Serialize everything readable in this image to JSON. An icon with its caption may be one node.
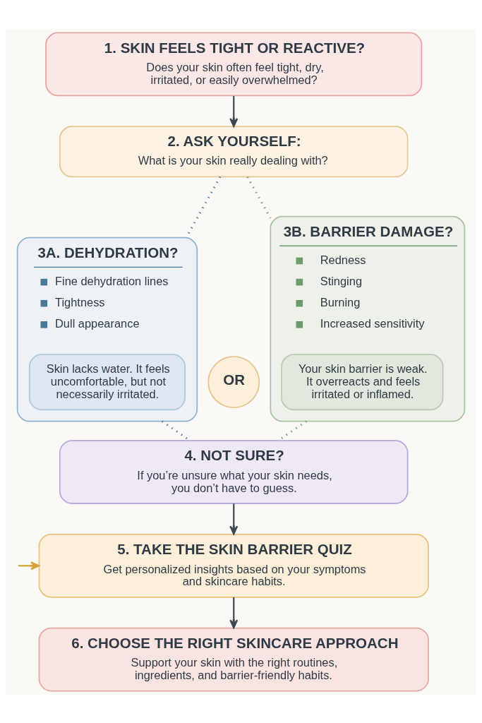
{
  "diagram": {
    "nodes": [
      {
        "text": [
          "1. SKIN FEELS TIGHT OR REACTIVE?",
          "Does your skin often feel tight, dry, irritated, or easily overwhelmed?"
        ]
      },
      {
        "text": [
          "2. ASK YOURSELF:",
          "What is your skin really dealing with?"
        ]
      },
      {
        "text": [
          "3A. DEHYDRATION?",
          "Fine dehydration lines",
          "Tightness",
          "Dull appearance"
        ]
      },
      {
        "text": [
          "Skin lacks water. It feels uncomfortable, but not necessarily irritated."
        ],
        "in": 2
      },
      {
        "text": [
          "OR"
        ]
      },
      {
        "text": [
          "3B. BARRIER DAMAGE?",
          "Redness",
          "Stinging",
          "Burning",
          "Increased sensitivity"
        ]
      },
      {
        "text": [
          "Your skin barrier is weak. It overreacts and feels irritated or inflamed."
        ],
        "in": 5
      },
      {
        "text": [
          "4. NOT SURE?",
          "If you’re unsure what your skin needs, you don’t have to guess."
        ]
      },
      {
        "text": [
          "5. TAKE THE SKIN BARRIER QUIZ",
          "Get personalized insights based on your symptoms and skincare habits."
        ]
      },
      {
        "text": [
          "6. CHOOSE THE RIGHT SKINCARE APPROACH",
          "Support your skin with the right routines, ingredients, and barrier-friendly habits."
        ]
      }
    ],
    "edges": [
      {
        "from": 0,
        "to": 1,
        "arrow": "to"
      },
      {
        "from": 1,
        "to": 2,
        "arrow": "none",
        "style": "dashed",
        "color": "#4a7899"
      },
      {
        "from": 1,
        "to": 5,
        "arrow": "none",
        "style": "dashed",
        "color": "#6e9a6e"
      },
      {
        "from": 2,
        "to": 7,
        "arrow": "none",
        "style": "dashed",
        "color": "#4a7899"
      },
      {
        "from": 5,
        "to": 7,
        "arrow": "none",
        "style": "dashed",
        "color": "#6e9a6e"
      },
      {
        "from": 7,
        "to": 8,
        "arrow": "to"
      },
      {
        "from": 8,
        "to": 9,
        "arrow": "to"
      },
      {
        "from": null,
        "to": 8,
        "arrow": "to",
        "color": "#d4a23a"
      }
    ]
  }
}
